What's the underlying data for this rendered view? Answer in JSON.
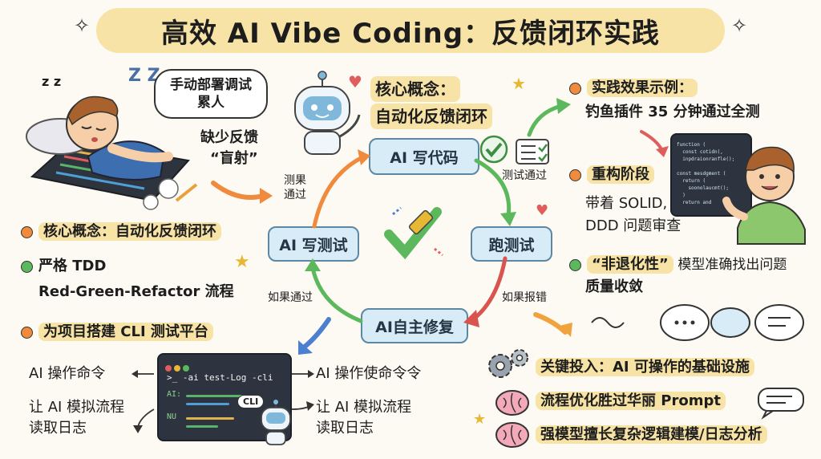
{
  "title": "高效 AI Vibe Coding：反馈闭环实践",
  "left": {
    "bubble_lines": [
      "手动部署调试",
      "累人"
    ],
    "lack_feedback": "缺少反馈",
    "blind_shot": "“盲射”",
    "points": [
      {
        "label": "核心概念：自动化反馈闭环",
        "color": "#f08a3c"
      },
      {
        "label": "严格 TDD",
        "line2": "Red-Green-Refactor 流程",
        "color": "#5cb85c"
      },
      {
        "label": "为项目搭建 CLI 测试平台",
        "color": "#f08a3c"
      }
    ]
  },
  "center": {
    "concept_title_1": "核心概念：",
    "concept_title_2": "自动化反馈闭环",
    "nodes": {
      "write_code": "AI 写代码",
      "run_tests": "跑测试",
      "self_fix": "AI自主修复",
      "write_tests": "AI 写测试"
    },
    "edges": {
      "tests_passed_top": "测试通过",
      "if_error": "如果报错",
      "if_passed": "如果通过",
      "test_passed_1": "测果",
      "test_passed_2": "通过"
    }
  },
  "cli": {
    "command": ">_ -ai test-Log -cli",
    "badge": "CLI",
    "left_labels": [
      "AI 操作命令",
      "让 AI 模拟流程",
      "读取日志"
    ],
    "right_labels": [
      "AI 操作使命令令",
      "让 AI 模拟流程",
      "读取日志"
    ],
    "term_prefix_1": "AI:",
    "term_prefix_2": "NU"
  },
  "right": {
    "example_title": "实践效果示例：",
    "example_text": "钓鱼插件 35 分钟通过全测",
    "refactor_title": "重构阶段",
    "refactor_lines": [
      "带着 SOLID,",
      "DDD 问题审查"
    ],
    "nonregress_label": "“非退化性”",
    "nonregress_rest": "模型准确找出问题",
    "nonregress_line2": "质量收敛",
    "code_lines": [
      "function (",
      "  const cotidn(,",
      "  inpdraionranfle();",
      "",
      "const mesdgment (",
      "  return (",
      "    soonolaucmt();",
      "  )",
      "  return and"
    ]
  },
  "bottom_right": [
    {
      "label": "关键投入：AI 可操作的基础设施",
      "icon": "gears-icon"
    },
    {
      "label": "流程优化胜过华丽 Prompt",
      "icon": "brain-icon"
    },
    {
      "label": "强模型擅长复杂逻辑建模/日志分析",
      "icon": "brain-icon"
    }
  ],
  "colors": {
    "box_fill": "#d7ecf6",
    "highlight": "#f8e3a6",
    "green": "#5cb85c",
    "orange": "#f08a3c",
    "red": "#d9534f"
  }
}
